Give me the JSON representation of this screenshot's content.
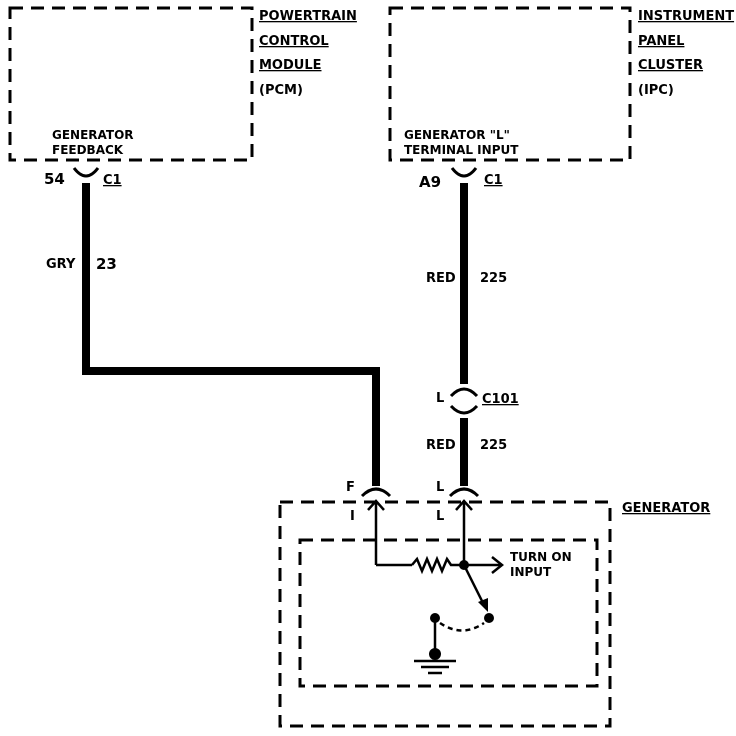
{
  "pcm": {
    "name_lines": [
      "POWERTRAIN",
      "CONTROL",
      "MODULE",
      "(PCM)"
    ],
    "input_label_lines": [
      "GENERATOR",
      "FEEDBACK"
    ],
    "pin": "54",
    "connector": "C1"
  },
  "ipc": {
    "name_lines": [
      "INSTRUMENT",
      "PANEL",
      "CLUSTER",
      "(IPC)"
    ],
    "input_label_lines": [
      "GENERATOR \"L\"",
      "TERMINAL INPUT"
    ],
    "pin": "A9",
    "connector": "C1"
  },
  "wire_gry": {
    "color": "GRY",
    "circuit": "23"
  },
  "wire_red_upper": {
    "color": "RED",
    "circuit": "225"
  },
  "wire_red_lower": {
    "color": "RED",
    "circuit": "225"
  },
  "inline_connector": {
    "pin": "L",
    "name": "C101"
  },
  "generator": {
    "name": "GENERATOR",
    "f_terminal_top": "F",
    "f_terminal_bottom": "I",
    "l_terminal_top": "L",
    "l_terminal_bottom": "L",
    "turn_on_lines": [
      "TURN ON",
      "INPUT"
    ]
  }
}
